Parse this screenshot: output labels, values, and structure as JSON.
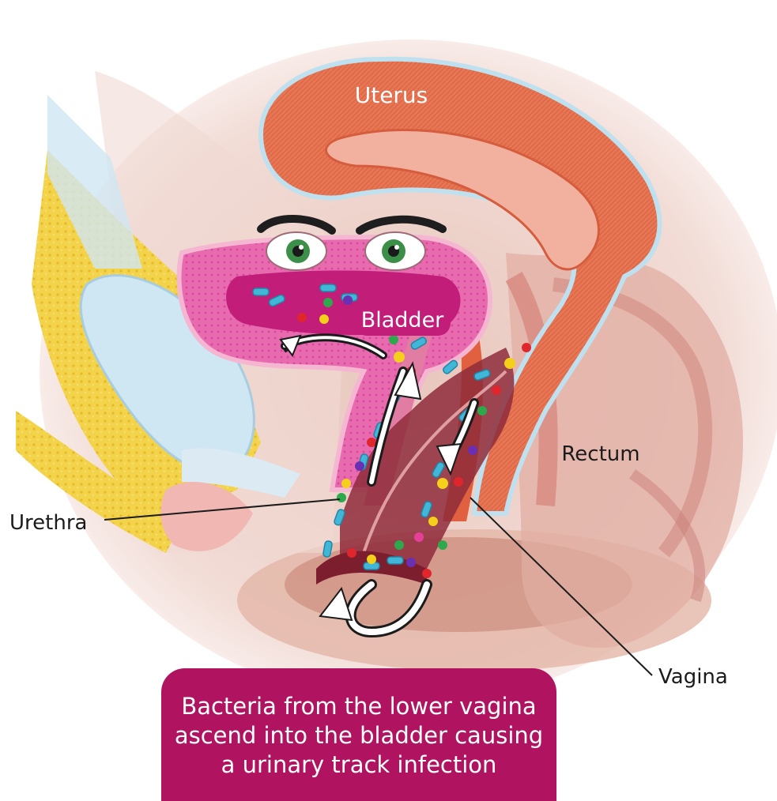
{
  "labels": {
    "uterus": "Uterus",
    "bladder": "Bladder",
    "rectum": "Rectum",
    "urethra": "Urethra",
    "vagina": "Vagina"
  },
  "caption": {
    "lines": [
      "Bacteria from the lower vagina",
      "ascend into the bladder causing",
      "a urinary track infection"
    ]
  },
  "colors": {
    "caption_background": "#b0135f",
    "uterus": "#e56f4a",
    "bladder": "#e657a6",
    "bladder_label_bg": "#c21d78",
    "fat_tissue": "#f3d34a",
    "pubic_bone": "#cfe6f3",
    "bacteria_rods": "#41b6d6"
  }
}
